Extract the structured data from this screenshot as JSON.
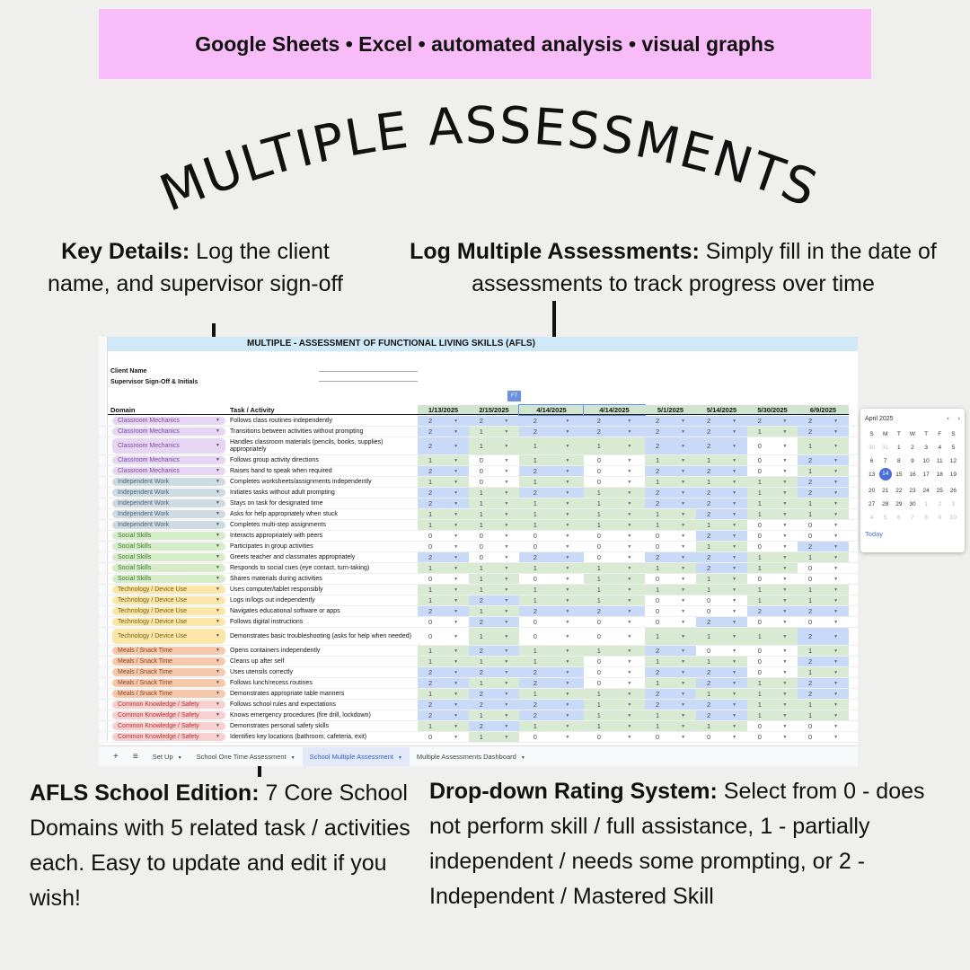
{
  "banner": "Google Sheets • Excel • automated analysis • visual graphs",
  "headline": "MULTIPLE ASSESSMENTS",
  "notes": {
    "key_title": "Key Details:",
    "key_text": " Log the client name, and supervisor sign-off",
    "log_title": "Log Multiple Assessments:",
    "log_text": " Simply fill in the date of assessments to track progress over time",
    "afls_title": "AFLS School Edition:",
    "afls_text": " 7 Core School Domains with 5 related task / activities each. Easy to update and edit if you wish!",
    "drop_title": "Drop-down Rating System:",
    "drop_text": " Select from 0 - does not perform skill / full assistance, 1 - partially independent / needs some prompting, or 2 - Independent / Mastered Skill"
  },
  "sheet": {
    "title": "MULTIPLE - ASSESSMENT OF FUNCTIONAL LIVING SKILLS (AFLS)",
    "client_label": "Client Name",
    "supervisor_label": "Supervisor Sign-Off & Initials",
    "col_domain": "Domain",
    "col_task": "Task / Activity",
    "selected_cell": "F7",
    "dates": [
      "1/13/2025",
      "2/15/2025",
      "4/14/2025",
      "4/14/2025",
      "5/1/2025",
      "5/14/2025",
      "5/30/2025",
      "6/9/2025"
    ],
    "rating_colors": {
      "2": "#c9daf8",
      "1": "#d9ead3",
      "0": "#ffffff"
    },
    "domain_colors": {
      "Classroom Mechanics": [
        "#e6d5f3",
        "#7b4a9e"
      ],
      "Independent Work": [
        "#cfdbe3",
        "#4d6472"
      ],
      "Social Skills": [
        "#d6ecc9",
        "#3d7a2a"
      ],
      "Technology / Device Use": [
        "#fbe6a8",
        "#7a5d10"
      ],
      "Meals / Snack Time": [
        "#f6c9ac",
        "#8a4520"
      ],
      "Common Knowledge / Safety": [
        "#f9d0d0",
        "#b03030"
      ]
    },
    "rows": [
      {
        "domain": "Classroom Mechanics",
        "task": "Follows class routines independently",
        "r": [
          2,
          2,
          2,
          2,
          2,
          2,
          2,
          2
        ]
      },
      {
        "domain": "Classroom Mechanics",
        "task": "Transitions between activities without prompting",
        "r": [
          2,
          1,
          2,
          2,
          2,
          2,
          1,
          2
        ]
      },
      {
        "domain": "Classroom Mechanics",
        "task": "Handles classroom materials (pencils, books, supplies) appropriately",
        "r": [
          2,
          1,
          1,
          1,
          2,
          2,
          0,
          1
        ],
        "tall": true
      },
      {
        "domain": "Classroom Mechanics",
        "task": "Follows group activity directions",
        "r": [
          1,
          0,
          1,
          0,
          1,
          1,
          0,
          2
        ]
      },
      {
        "domain": "Classroom Mechanics",
        "task": "Raises hand to speak when required",
        "r": [
          2,
          0,
          2,
          0,
          2,
          2,
          0,
          1
        ]
      },
      {
        "domain": "Independent Work",
        "task": "Completes worksheets/assignments independently",
        "r": [
          1,
          0,
          1,
          0,
          1,
          1,
          1,
          2
        ]
      },
      {
        "domain": "Independent Work",
        "task": "Initiates tasks without adult prompting",
        "r": [
          2,
          1,
          2,
          1,
          2,
          2,
          1,
          2
        ]
      },
      {
        "domain": "Independent Work",
        "task": "Stays on task for designated time",
        "r": [
          2,
          1,
          1,
          1,
          2,
          2,
          1,
          1
        ]
      },
      {
        "domain": "Independent Work",
        "task": "Asks for help appropriately when stuck",
        "r": [
          1,
          1,
          1,
          1,
          1,
          2,
          1,
          1
        ]
      },
      {
        "domain": "Independent Work",
        "task": "Completes multi-step assignments",
        "r": [
          1,
          1,
          1,
          1,
          1,
          1,
          0,
          0
        ]
      },
      {
        "domain": "Social Skills",
        "task": "Interacts appropriately with peers",
        "r": [
          0,
          0,
          0,
          0,
          0,
          2,
          0,
          0
        ]
      },
      {
        "domain": "Social Skills",
        "task": "Participates in group activities",
        "r": [
          0,
          0,
          0,
          0,
          0,
          1,
          0,
          2
        ]
      },
      {
        "domain": "Social Skills",
        "task": "Greets teacher and classmates appropriately",
        "r": [
          2,
          0,
          2,
          0,
          2,
          2,
          1,
          1
        ]
      },
      {
        "domain": "Social Skills",
        "task": "Responds to social cues (eye contact, turn-taking)",
        "r": [
          1,
          1,
          1,
          1,
          1,
          2,
          1,
          0
        ]
      },
      {
        "domain": "Social Skills",
        "task": "Shares materials during activities",
        "r": [
          0,
          1,
          0,
          1,
          0,
          1,
          0,
          0
        ]
      },
      {
        "domain": "Technology / Device Use",
        "task": "Uses computer/tablet responsibly",
        "r": [
          1,
          1,
          1,
          1,
          1,
          1,
          1,
          1
        ]
      },
      {
        "domain": "Technology / Device Use",
        "task": "Logs in/logs out independently",
        "r": [
          1,
          2,
          1,
          1,
          0,
          0,
          1,
          1
        ]
      },
      {
        "domain": "Technology / Device Use",
        "task": "Navigates educational software or apps",
        "r": [
          2,
          1,
          2,
          2,
          0,
          0,
          2,
          2
        ]
      },
      {
        "domain": "Technology / Device Use",
        "task": "Follows digital instructions",
        "r": [
          0,
          2,
          0,
          0,
          0,
          2,
          0,
          0
        ]
      },
      {
        "domain": "Technology / Device Use",
        "task": "Demonstrates basic troubleshooting (asks for help when needed)",
        "r": [
          0,
          1,
          0,
          0,
          1,
          1,
          1,
          2
        ],
        "tall": true
      },
      {
        "domain": "Meals / Snack Time",
        "task": "Opens containers independently",
        "r": [
          1,
          2,
          1,
          1,
          2,
          0,
          0,
          1
        ]
      },
      {
        "domain": "Meals / Snack Time",
        "task": "Cleans up after self",
        "r": [
          1,
          1,
          1,
          0,
          1,
          1,
          0,
          2
        ]
      },
      {
        "domain": "Meals / Snack Time",
        "task": "Uses utensils correctly",
        "r": [
          2,
          2,
          2,
          0,
          2,
          2,
          0,
          1
        ]
      },
      {
        "domain": "Meals / Snack Time",
        "task": "Follows lunch/recess routines",
        "r": [
          2,
          1,
          2,
          0,
          1,
          2,
          1,
          2
        ]
      },
      {
        "domain": "Meals / Snack Time",
        "task": "Demonstrates appropriate table manners",
        "r": [
          1,
          2,
          1,
          1,
          2,
          1,
          1,
          2
        ]
      },
      {
        "domain": "Common Knowledge / Safety",
        "task": "Follows school rules and expectations",
        "r": [
          2,
          2,
          2,
          1,
          2,
          2,
          1,
          1
        ]
      },
      {
        "domain": "Common Knowledge / Safety",
        "task": "Knows emergency procedures (fire drill, lockdown)",
        "r": [
          2,
          1,
          2,
          1,
          1,
          2,
          1,
          1
        ]
      },
      {
        "domain": "Common Knowledge / Safety",
        "task": "Demonstrates personal safety skills",
        "r": [
          1,
          2,
          1,
          1,
          1,
          1,
          0,
          0
        ]
      },
      {
        "domain": "Common Knowledge / Safety",
        "task": "Identifies key locations (bathroom, cafeteria, exit)",
        "r": [
          0,
          1,
          0,
          0,
          0,
          0,
          0,
          0
        ]
      }
    ],
    "calendar": {
      "month": "April 2025",
      "prev": "‹",
      "next": "›",
      "weekdays": [
        "S",
        "M",
        "T",
        "W",
        "T",
        "F",
        "S"
      ],
      "days": [
        "30",
        "31",
        "1",
        "2",
        "3",
        "4",
        "5",
        "6",
        "7",
        "8",
        "9",
        "10",
        "11",
        "12",
        "13",
        "14",
        "15",
        "16",
        "17",
        "18",
        "19",
        "20",
        "21",
        "22",
        "23",
        "24",
        "25",
        "26",
        "27",
        "28",
        "29",
        "30",
        "1",
        "2",
        "3",
        "4",
        "5",
        "6",
        "7",
        "8",
        "9",
        "10"
      ],
      "selected": "14",
      "today": "Today"
    },
    "tabs": [
      {
        "label": "Set Up"
      },
      {
        "label": "School One Time Assessment"
      },
      {
        "label": "School Multiple Assessment",
        "active": true
      },
      {
        "label": "Multiple Assessments Dashboard"
      }
    ],
    "add_icon": "+",
    "menu_icon": "≡"
  }
}
